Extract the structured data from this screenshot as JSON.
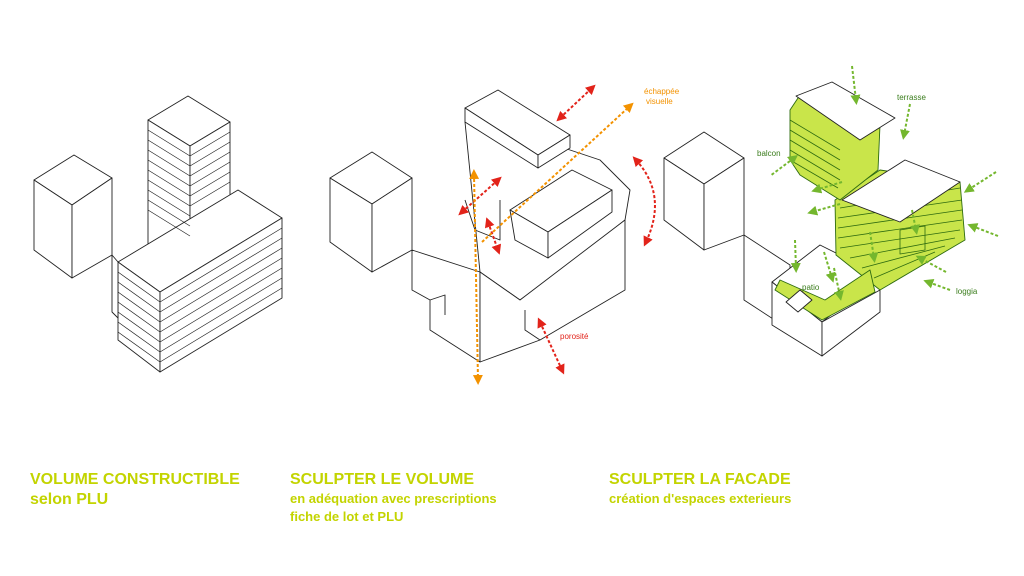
{
  "colors": {
    "accent_yellow": "#c3d400",
    "porosity_red": "#e2231a",
    "view_orange": "#f39200",
    "space_green": "#74b72e",
    "facade_green": "#c9e54a"
  },
  "captions": [
    {
      "title": "VOLUME CONSTRUCTIBLE",
      "sub1": "selon PLU"
    },
    {
      "title": "SCULPTER LE VOLUME",
      "sub1": "en adéquation avec prescriptions",
      "sub2": "fiche de lot et PLU"
    },
    {
      "title": "SCULPTER LA FACADE",
      "sub1": "création d'espaces exterieurs"
    }
  ],
  "diagram2": {
    "label_view_1": "échappée",
    "label_view_2": "visuelle",
    "label_porosity": "porosité"
  },
  "diagram3": {
    "label_terrace": "terrasse",
    "label_balcony": "balcon",
    "label_loggia": "loggia",
    "label_patio": "patio"
  },
  "icons": [
    "double-arrow-icon",
    "arrow-icon"
  ]
}
